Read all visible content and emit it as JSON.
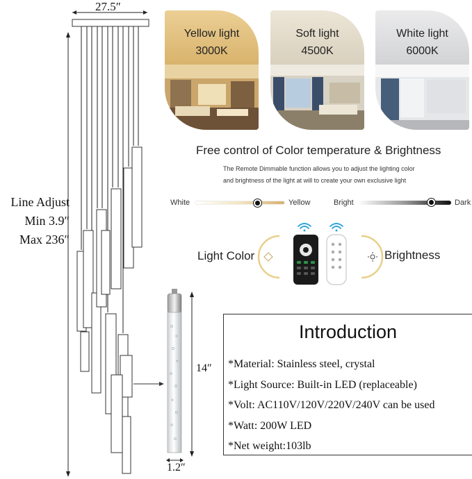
{
  "dimensions": {
    "width": "27.5″",
    "line_adjust": [
      "Line Adjust",
      "Min 3.9″",
      "Max 236″"
    ],
    "tube_length": "14″",
    "tube_diameter": "1.2″"
  },
  "color_modes": [
    {
      "title": "Yellow light",
      "temp": "3000K",
      "color": "#e8cf9a"
    },
    {
      "title": "Soft light",
      "temp": "4500K",
      "color": "#ece4d2"
    },
    {
      "title": "White light",
      "temp": "6000K",
      "color": "#e9e9ea"
    }
  ],
  "control": {
    "headline": "Free control of Color temperature & Brightness",
    "desc_line1": "The Remote Dimmable function allows you to adjust the lighting color",
    "desc_line2": "and brightness of the light at will to create your own exclusive light",
    "slider_color": {
      "left": "White",
      "right": "Yellow",
      "level": 0.7
    },
    "slider_brightness": {
      "left": "Bright",
      "right": "Dark",
      "level": 0.8
    },
    "light_color_label": "Light Color",
    "brightness_label": "Brightness"
  },
  "introduction": {
    "title": "Introduction",
    "items": [
      "*Material: Stainless steel, crystal",
      "*Light Source: Built-in LED (replaceable)",
      "*Volt: AC110V/120V/220V/240V  can be used",
      "*Watt: 200W LED",
      "*Net weight:103lb"
    ]
  }
}
